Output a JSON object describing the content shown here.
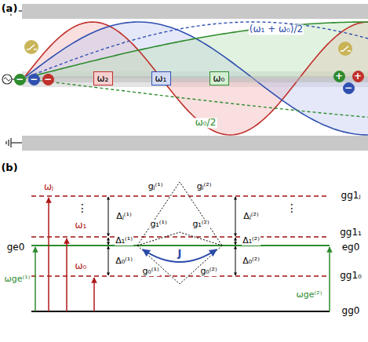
{
  "diagram": {
    "nodes": [
      {
        "text": [
          "−"
        ]
      },
      {
        "text": [
          "−"
        ]
      },
      {
        "text": [
          "−"
        ]
      },
      {
        "text": [
          "ω₂"
        ]
      },
      {
        "text": [
          "ω₁"
        ]
      },
      {
        "text": [
          "ω₀"
        ]
      },
      {
        "text": [
          "+"
        ]
      },
      {
        "text": [
          "+"
        ]
      },
      {
        "text": [
          "−"
        ]
      }
    ],
    "labels": [
      "(a)",
      "(ω₁ + ω₀)/2",
      "ω₀/2",
      "(b)",
      "⋮",
      "⋮",
      "ωⱼ",
      "ω₁",
      "ω₀",
      "ωge⁽¹⁾",
      "ωge⁽²⁾",
      "ge0",
      "eg0",
      "gg0",
      "gg1ⱼ",
      "gg1₁",
      "gg1₀",
      "Δⱼ⁽¹⁾",
      "Δ₁⁽¹⁾",
      "Δ₀⁽¹⁾",
      "Δⱼ⁽²⁾",
      "Δ₁⁽²⁾",
      "Δ₀⁽²⁾",
      "gⱼ⁽¹⁾",
      "gⱼ⁽²⁾",
      "g₁⁽¹⁾",
      "g₁⁽²⁾",
      "g₀⁽¹⁾",
      "g₀⁽²⁾",
      "J"
    ]
  }
}
